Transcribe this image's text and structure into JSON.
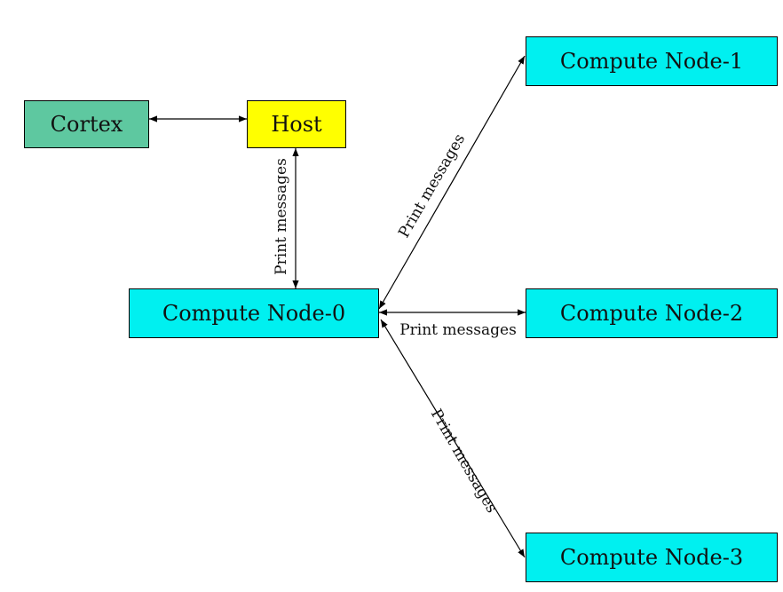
{
  "nodes": {
    "cortex": {
      "label": "Cortex",
      "color": "#5ec8a0"
    },
    "host": {
      "label": "Host",
      "color": "#ffff00"
    },
    "compute_node_0": {
      "label": "Compute Node-0",
      "color": "#00f0f0"
    },
    "compute_node_1": {
      "label": "Compute Node-1",
      "color": "#00f0f0"
    },
    "compute_node_2": {
      "label": "Compute Node-2",
      "color": "#00f0f0"
    },
    "compute_node_3": {
      "label": "Compute Node-3",
      "color": "#00f0f0"
    }
  },
  "edges": [
    {
      "from": "cortex",
      "to": "host",
      "label": ""
    },
    {
      "from": "host",
      "to": "compute_node_0",
      "label": "Print messages"
    },
    {
      "from": "compute_node_0",
      "to": "compute_node_1",
      "label": "Print messages"
    },
    {
      "from": "compute_node_0",
      "to": "compute_node_2",
      "label": "Print messages"
    },
    {
      "from": "compute_node_0",
      "to": "compute_node_3",
      "label": "Print messages"
    }
  ]
}
